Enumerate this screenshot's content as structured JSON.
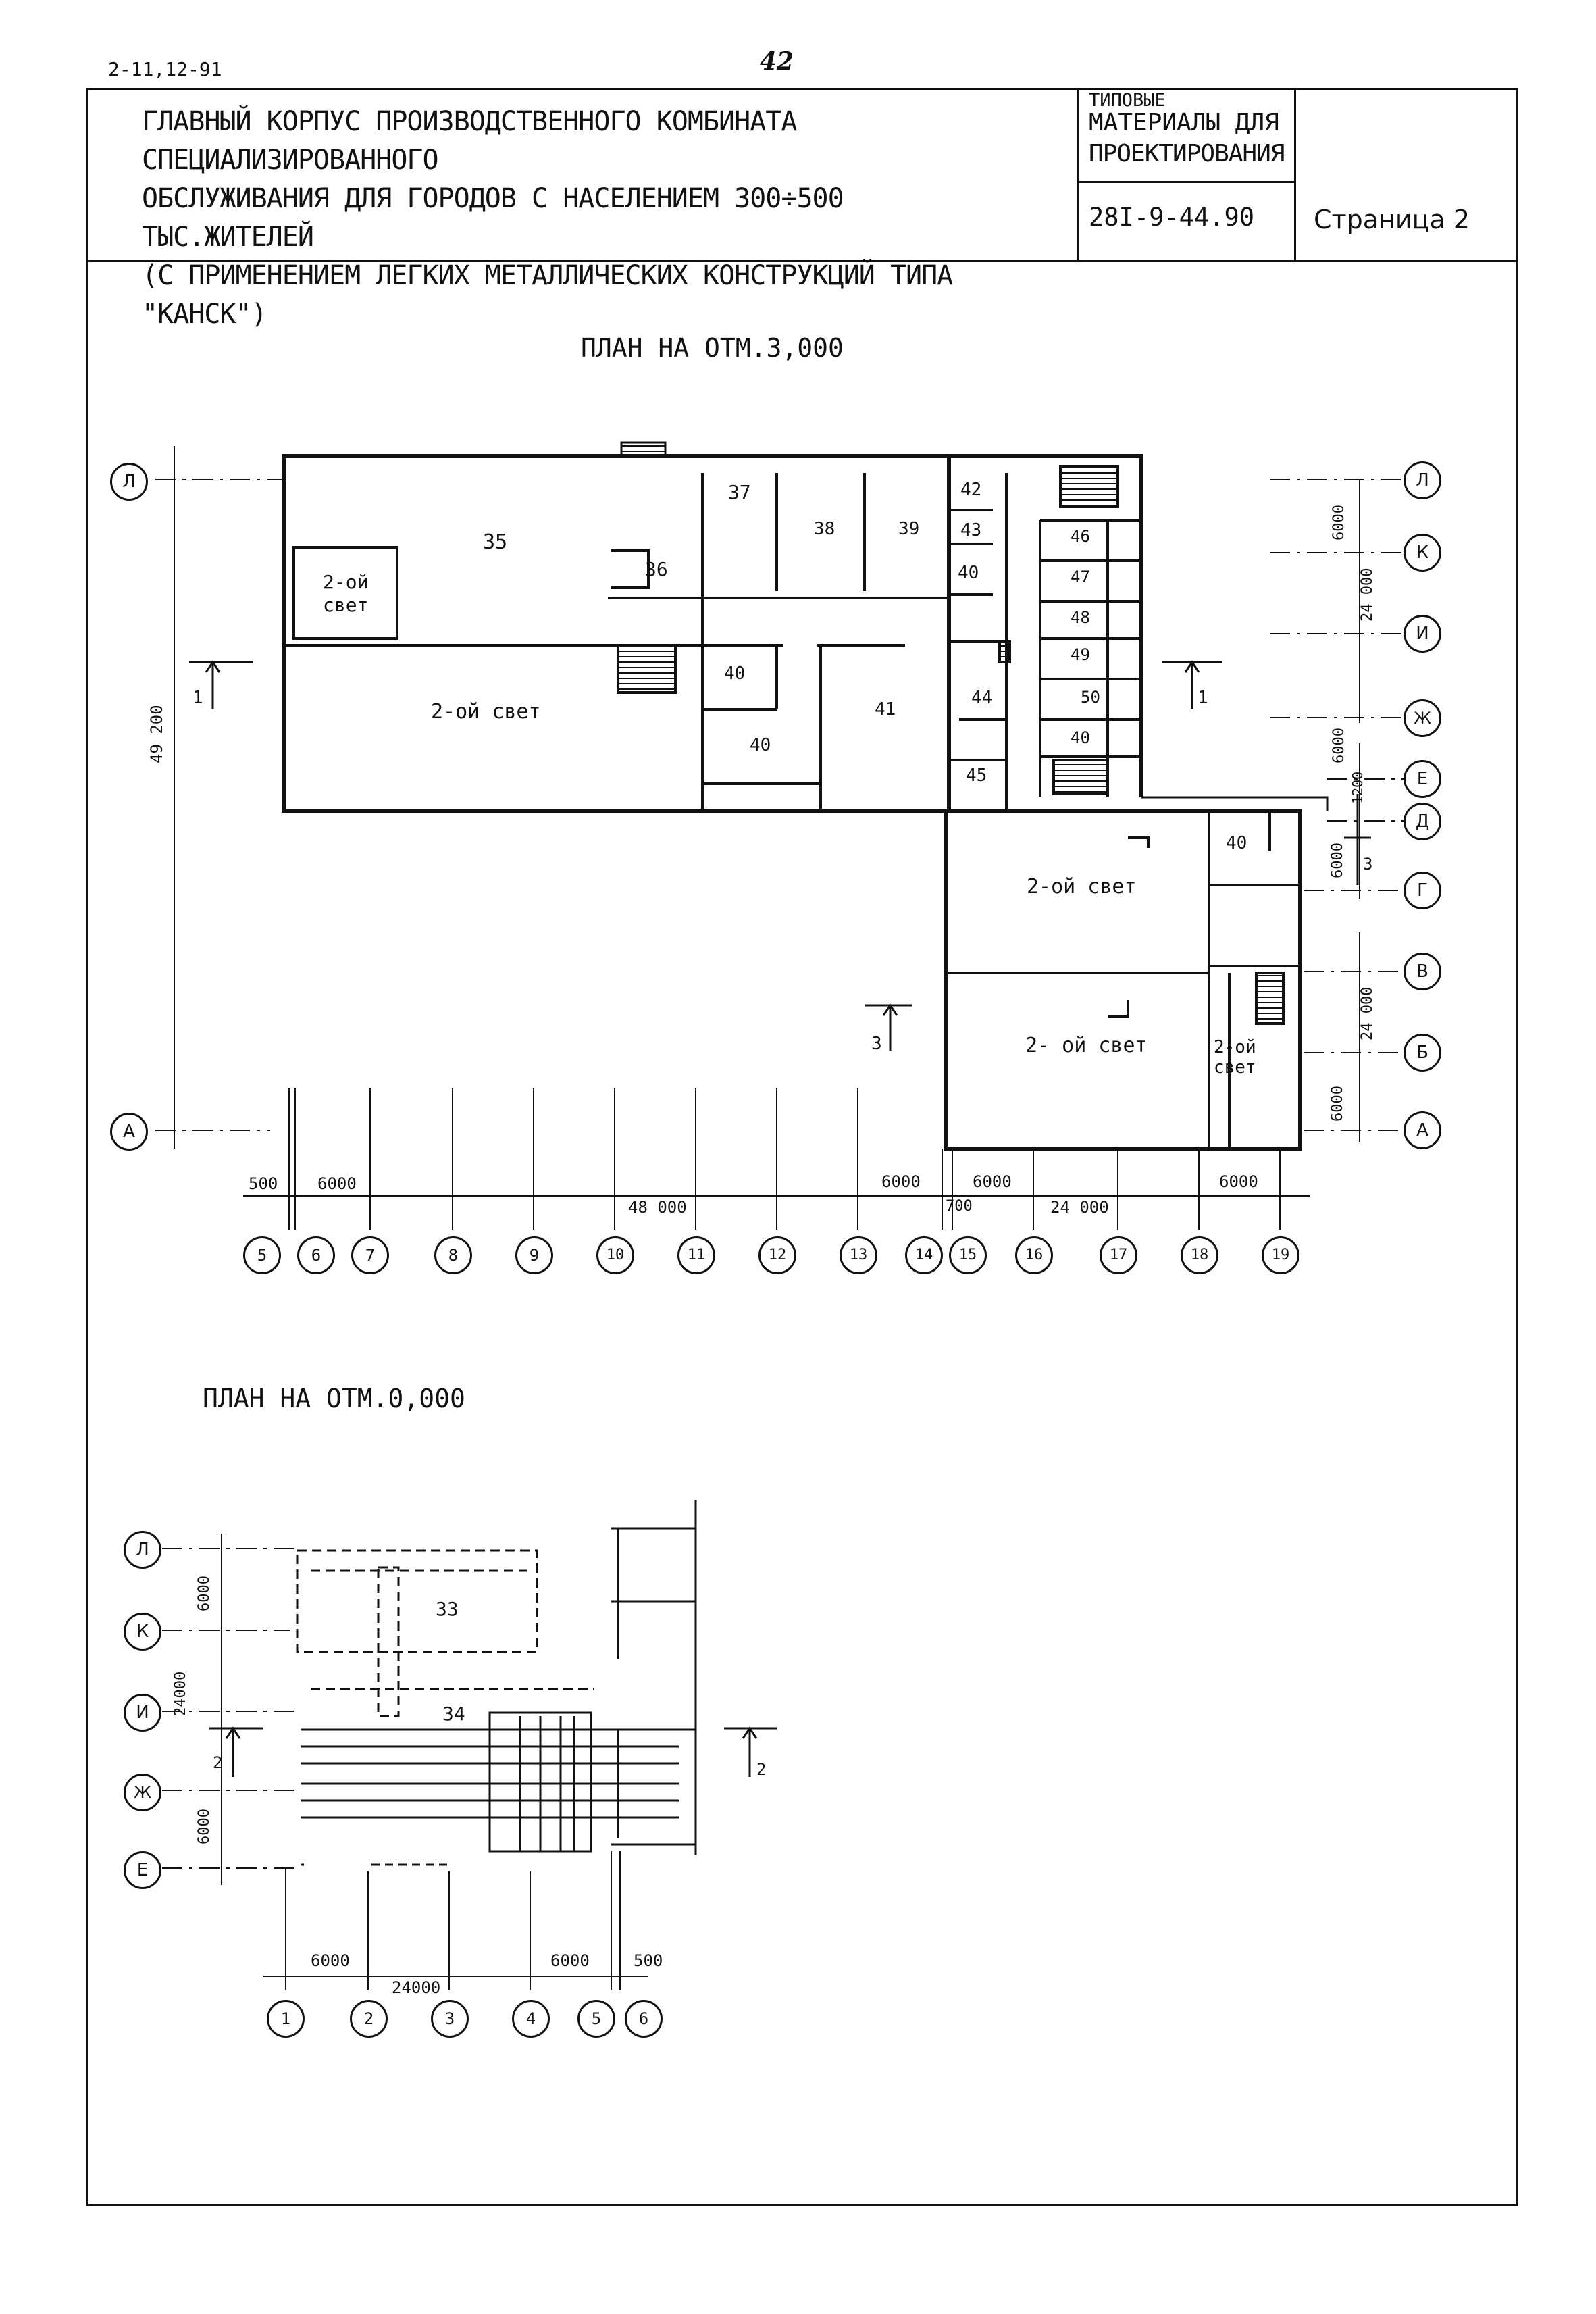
{
  "sheet_code": "2-11,12-91",
  "page_number": "42",
  "header": {
    "title_lines": [
      "ГЛАВНЫЙ КОРПУС ПРОИЗВОДСТВЕННОГО КОМБИНАТА СПЕЦИАЛИЗИРОВАННОГО",
      "ОБСЛУЖИВАНИЯ ДЛЯ ГОРОДОВ С НАСЕЛЕНИЕМ 300÷500 ТЫС.ЖИТЕЛЕЙ",
      "(С ПРИМЕНЕНИЕМ ЛЕГКИХ МЕТАЛЛИЧЕСКИХ КОНСТРУКЦИЙ ТИПА \"КАНСК\")"
    ],
    "series_line1": "ТИПОВЫЕ",
    "series_line2": "МАТЕРИАЛЫ ДЛЯ",
    "series_line3": "ПРОЕКТИРОВАНИЯ",
    "doc_code": "28I-9-44.90",
    "page_label": "Страница 2"
  },
  "plan_upper": {
    "title": "ПЛАН НА ОТМ.3,000",
    "rooms": [
      "35",
      "36",
      "37",
      "38",
      "39",
      "40",
      "41",
      "42",
      "43",
      "44",
      "45",
      "46",
      "47",
      "48",
      "49",
      "50"
    ],
    "double_light": "2-ой свет",
    "double_light_split": [
      "2-ой",
      "свет"
    ],
    "double_light_alt": "2- ой свет",
    "axes_left": [
      "Л",
      "А"
    ],
    "axes_right": [
      "Л",
      "К",
      "И",
      "Ж",
      "Е",
      "Д",
      "Г",
      "В",
      "Б",
      "А"
    ],
    "axes_bottom": [
      "5",
      "6",
      "7",
      "8",
      "9",
      "10",
      "11",
      "12",
      "13",
      "14",
      "15",
      "16",
      "17",
      "18",
      "19"
    ],
    "dims": {
      "d49200": "49 200",
      "d48000": "48 000",
      "d24000": "24 000",
      "d6000": "6000",
      "d500": "500",
      "d700": "700",
      "d1200": "1200"
    },
    "section_labels": [
      "1",
      "3"
    ]
  },
  "plan_lower": {
    "title": "ПЛАН НА ОТМ.0,000",
    "rooms": [
      "33",
      "34"
    ],
    "axes_left": [
      "Л",
      "К",
      "И",
      "Ж",
      "Е"
    ],
    "axes_bottom": [
      "1",
      "2",
      "3",
      "4",
      "5",
      "6"
    ],
    "dims": {
      "d24000": "24000",
      "d6000": "6000",
      "d500": "500"
    },
    "section_label": "2"
  }
}
